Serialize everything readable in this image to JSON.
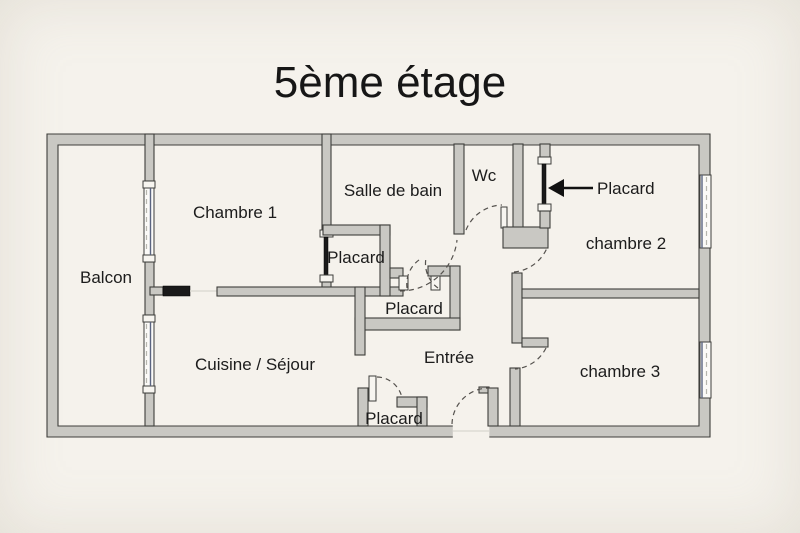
{
  "title": "5ème étage",
  "floor_plan": {
    "rooms": {
      "balcon": "Balcon",
      "chambre_1": "Chambre 1",
      "salle_de_bain": "Salle de bain",
      "wc": "Wc",
      "chambre_2": "chambre 2",
      "chambre_3": "chambre 3",
      "cuisine_sejour": "Cuisine / Séjour",
      "entree": "Entrée"
    },
    "closets": {
      "placard_salle_de_bain": "Placard",
      "placard_central": "Placard",
      "placard_chambre_2": "Placard",
      "placard_entree": "Placard"
    },
    "annotation": {
      "label": "Placard",
      "icon": "left-arrow-icon"
    },
    "colors": {
      "background": "#f5f2ec",
      "wall_fill": "#c9c8c3",
      "wall_outline": "#3e3e3b",
      "door_black": "#1a1a1a",
      "window_line": "#5a6480",
      "swing_arc": "#55524e",
      "text": "#1c1c1c"
    }
  }
}
